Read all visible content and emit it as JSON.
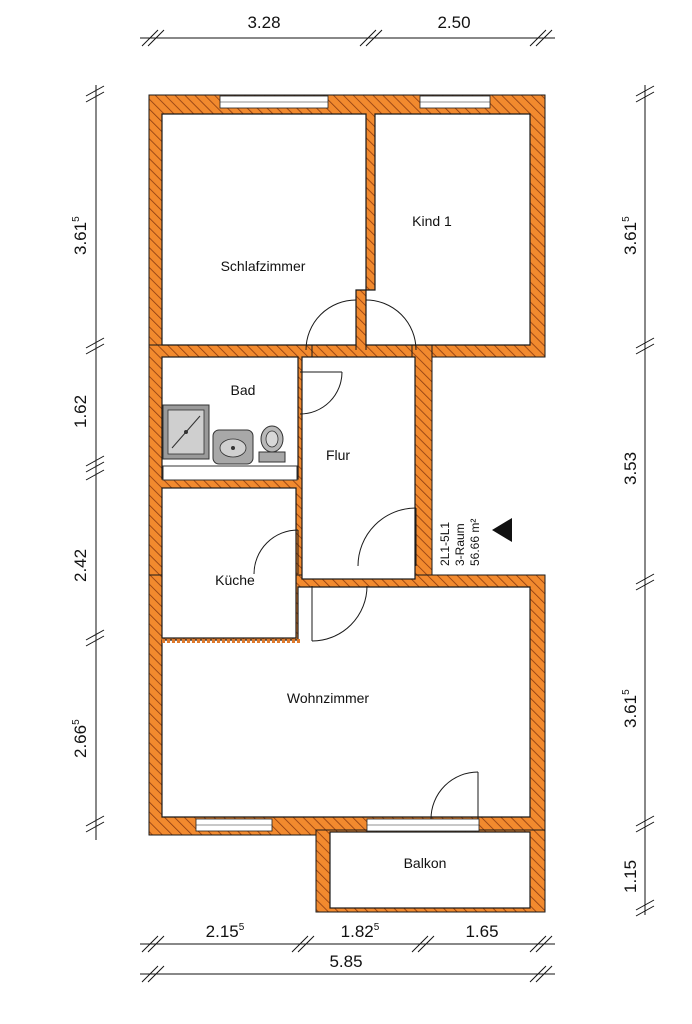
{
  "plan": {
    "unit_label": "2L1-5L1",
    "room_count": "3-Raum",
    "area": "56.66 m²"
  },
  "rooms": {
    "schlafzimmer": "Schlafzimmer",
    "kind1": "Kind 1",
    "bad": "Bad",
    "flur": "Flur",
    "kueche": "Küche",
    "wohnzimmer": "Wohnzimmer",
    "balkon": "Balkon"
  },
  "dimensions": {
    "top": [
      {
        "value": "3.28",
        "sup": ""
      },
      {
        "value": "2.50",
        "sup": ""
      }
    ],
    "left": [
      {
        "value": "3.61",
        "sup": "5"
      },
      {
        "value": "1.62",
        "sup": ""
      },
      {
        "value": "2.42",
        "sup": ""
      },
      {
        "value": "2.66",
        "sup": "5"
      }
    ],
    "right": [
      {
        "value": "3.61",
        "sup": "5"
      },
      {
        "value": "3.53",
        "sup": ""
      },
      {
        "value": "3.61",
        "sup": "5"
      },
      {
        "value": "1.15",
        "sup": ""
      }
    ],
    "bottom_row1": [
      {
        "value": "2.15",
        "sup": "5"
      },
      {
        "value": "1.82",
        "sup": "5"
      },
      {
        "value": "1.65",
        "sup": ""
      }
    ],
    "bottom_total": {
      "value": "5.85",
      "sup": ""
    }
  },
  "colors": {
    "wall_fill": "#f28a2e",
    "hatch_line": "#8a3a10",
    "ink": "#111111"
  }
}
